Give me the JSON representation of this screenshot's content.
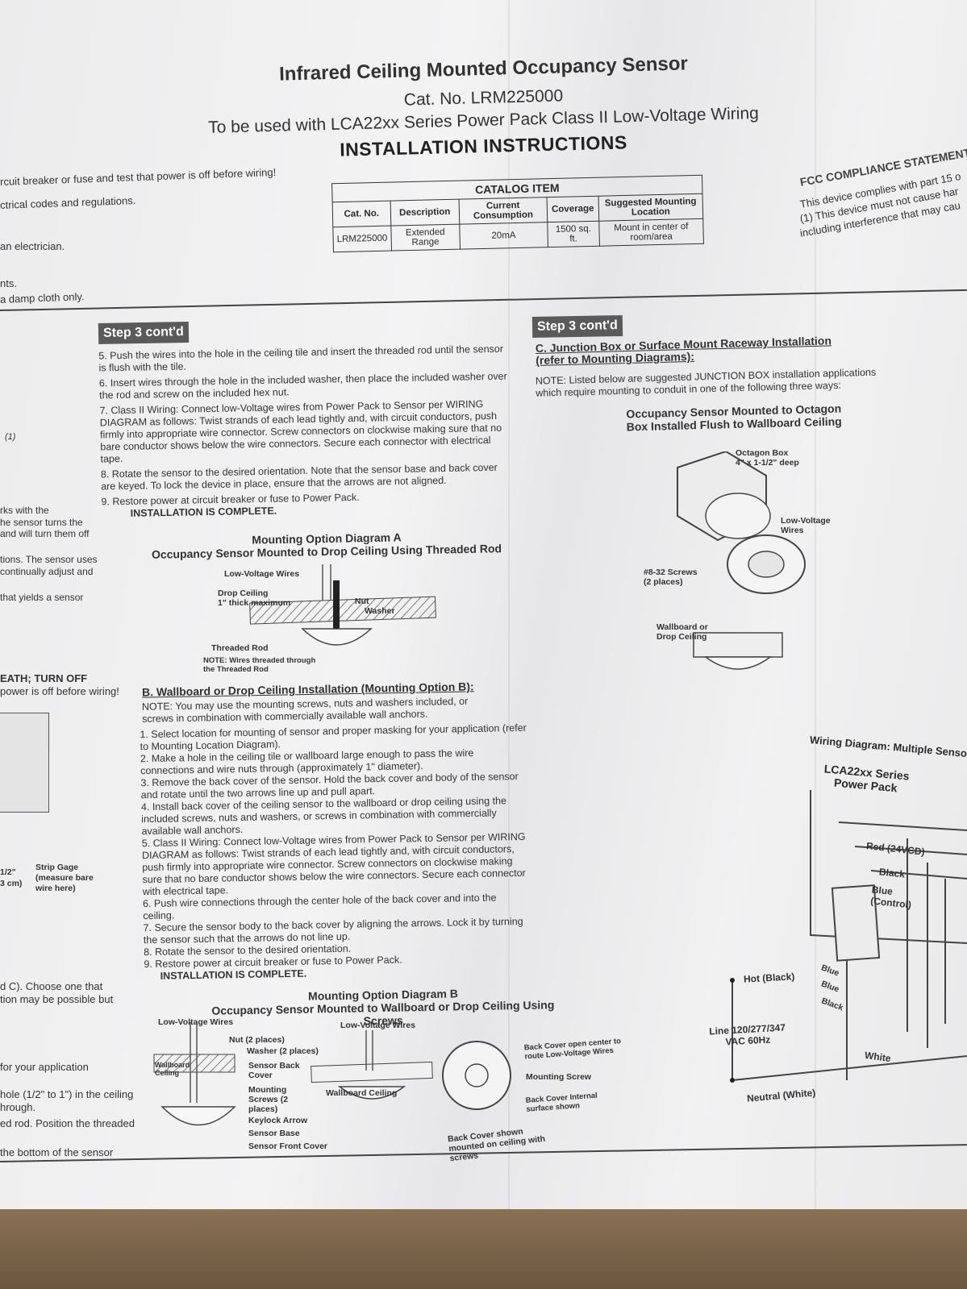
{
  "header": {
    "title": "Infrared Ceiling Mounted Occupancy Sensor",
    "catalog": "Cat. No. LRM225000",
    "usage": "To be used with LCA22xx Series Power Pack Class II Low-Voltage Wiring",
    "instructions": "INSTALLATION INSTRUCTIONS"
  },
  "catalog_table": {
    "caption": "CATALOG ITEM",
    "headers": [
      "Cat. No.",
      "Description",
      "Current Consumption",
      "Coverage",
      "Suggested Mounting Location"
    ],
    "row": [
      "LRM225000",
      "Extended Range",
      "20mA",
      "1500 sq. ft.",
      "Mount in center of room/area"
    ]
  },
  "left_fragments": [
    "rcuit breaker or fuse and test that power is off before wiring!",
    "ctrical codes and regulations.",
    "an electrician.",
    "nts.",
    "a damp cloth only.",
    "(1)",
    "rks with the",
    "he sensor turns the",
    "and will turn them off",
    "tions. The sensor uses",
    "continually adjust and",
    "that yields a sensor",
    "EATH; TURN OFF",
    "power is off before wiring!",
    "1/2\"",
    "3 cm)",
    "Strip Gage",
    "(measure bare",
    "wire here)",
    "d C). Choose one that",
    "tion may be possible but",
    "for your application",
    "hole (1/2\" to 1\") in the ceiling",
    "hrough.",
    "ed rod. Position the threaded",
    "the bottom of the sensor"
  ],
  "step3_left": {
    "badge": "Step 3 cont'd",
    "items": [
      "5. Push the wires into the hole in the ceiling tile and insert the threaded rod until the sensor is flush with the tile.",
      "6. Insert wires through the hole in the included washer, then place the included washer over the rod and screw on the included hex nut.",
      "7. Class II Wiring: Connect low-Voltage wires from Power Pack to Sensor per WIRING DIAGRAM as follows: Twist strands of each lead tightly and, with circuit conductors, push firmly into appropriate wire connector. Screw connectors on clockwise making sure that no bare conductor shows below the wire connectors. Secure each connector with electrical tape.",
      "8. Rotate the sensor to the desired orientation. Note that the sensor base and back cover are keyed. To lock the device in place, ensure that the arrows are not aligned.",
      "9. Restore power at circuit breaker or fuse to Power Pack."
    ],
    "complete": "INSTALLATION IS COMPLETE."
  },
  "diagram_a": {
    "title": "Mounting Option Diagram A",
    "subtitle": "Occupancy Sensor Mounted to Drop Ceiling Using Threaded Rod",
    "labels": [
      "Low-Voltage Wires",
      "Drop Ceiling",
      "1\" thick maximum",
      "Nut",
      "Washer",
      "Threaded Rod",
      "NOTE: Wires threaded through the Threaded Rod"
    ]
  },
  "section_b": {
    "heading": "B. Wallboard or Drop Ceiling Installation (Mounting Option B):",
    "note": "NOTE: You may use the mounting screws, nuts and washers included, or screws in combination with commercially available wall anchors.",
    "items": [
      "1. Select location for mounting of sensor and proper masking for your application (refer to Mounting Location Diagram).",
      "2. Make a hole in the ceiling tile or wallboard large enough to pass the wire connections and wire nuts through (approximately 1\" diameter).",
      "3. Remove the back cover of the sensor. Hold the back cover and body of the sensor and rotate until the two arrows line up and pull apart.",
      "4. Install back cover of the ceiling sensor to the wallboard or drop ceiling using the included screws, nuts and washers, or screws in combination with commercially available wall anchors.",
      "5. Class II Wiring: Connect low-Voltage wires from Power Pack to Sensor per WIRING DIAGRAM as follows: Twist strands of each lead tightly and, with circuit conductors, push firmly into appropriate wire connector. Screw connectors on clockwise making sure that no bare conductor shows below the wire connectors. Secure each connector with electrical tape.",
      "6. Push wire connections through the center hole of the back cover and into the ceiling.",
      "7. Secure the sensor body to the back cover by aligning the arrows. Lock it by turning the sensor such that the arrows do not line up.",
      "8. Rotate the sensor to the desired orientation.",
      "9. Restore power at circuit breaker or fuse to Power Pack."
    ],
    "complete": "INSTALLATION IS COMPLETE."
  },
  "diagram_b": {
    "title": "Mounting Option Diagram B",
    "subtitle": "Occupancy Sensor Mounted to Wallboard or Drop Ceiling Using Screws",
    "labels": [
      "Low-Voltage Wires",
      "Nut (2 places)",
      "Washer (2 places)",
      "Wallboard Ceiling",
      "Sensor Back Cover",
      "Mounting Screws (2 places)",
      "Keylock Arrow",
      "Sensor Base",
      "Sensor Front Cover",
      "Low-Voltage Wires",
      "Wallboard Ceiling",
      "Back Cover open center to route Low-Voltage Wires",
      "Mounting Screw",
      "Back Cover Internal surface shown",
      "Back Cover shown mounted on ceiling with screws"
    ]
  },
  "step3_right": {
    "badge": "Step 3 cont'd",
    "heading": "C. Junction Box or Surface Mount Raceway Installation (refer to Mounting Diagrams):",
    "note": "NOTE: Listed below are suggested JUNCTION BOX installation applications which require mounting to conduit in one of the following three ways:",
    "diagram_title": "Occupancy Sensor Mounted to Octagon Box Installed Flush to Wallboard Ceiling",
    "labels": [
      "Octagon Box",
      "4\" x 1-1/2\" deep",
      "Low-Voltage Wires",
      "#8-32 Screws",
      "(2 places)",
      "Wallboard or",
      "Drop Ceiling"
    ]
  },
  "fcc": {
    "heading": "FCC COMPLIANCE STATEMENT",
    "lines": [
      "This device complies with part 15 o",
      "(1) This device must not cause har",
      "including interference that may cau"
    ]
  },
  "wiring": {
    "title": "Wiring Diagram: Multiple Senso",
    "power_pack": "LCA22xx Series Power Pack",
    "wires": [
      "Red (24VCD)",
      "Black",
      "Blue (Control)"
    ],
    "leads": [
      "Blue",
      "Blue",
      "Black",
      "White"
    ],
    "hot": "Hot (Black)",
    "line": "Line 120/277/347 VAC 60Hz",
    "neutral": "Neutral (White)"
  }
}
